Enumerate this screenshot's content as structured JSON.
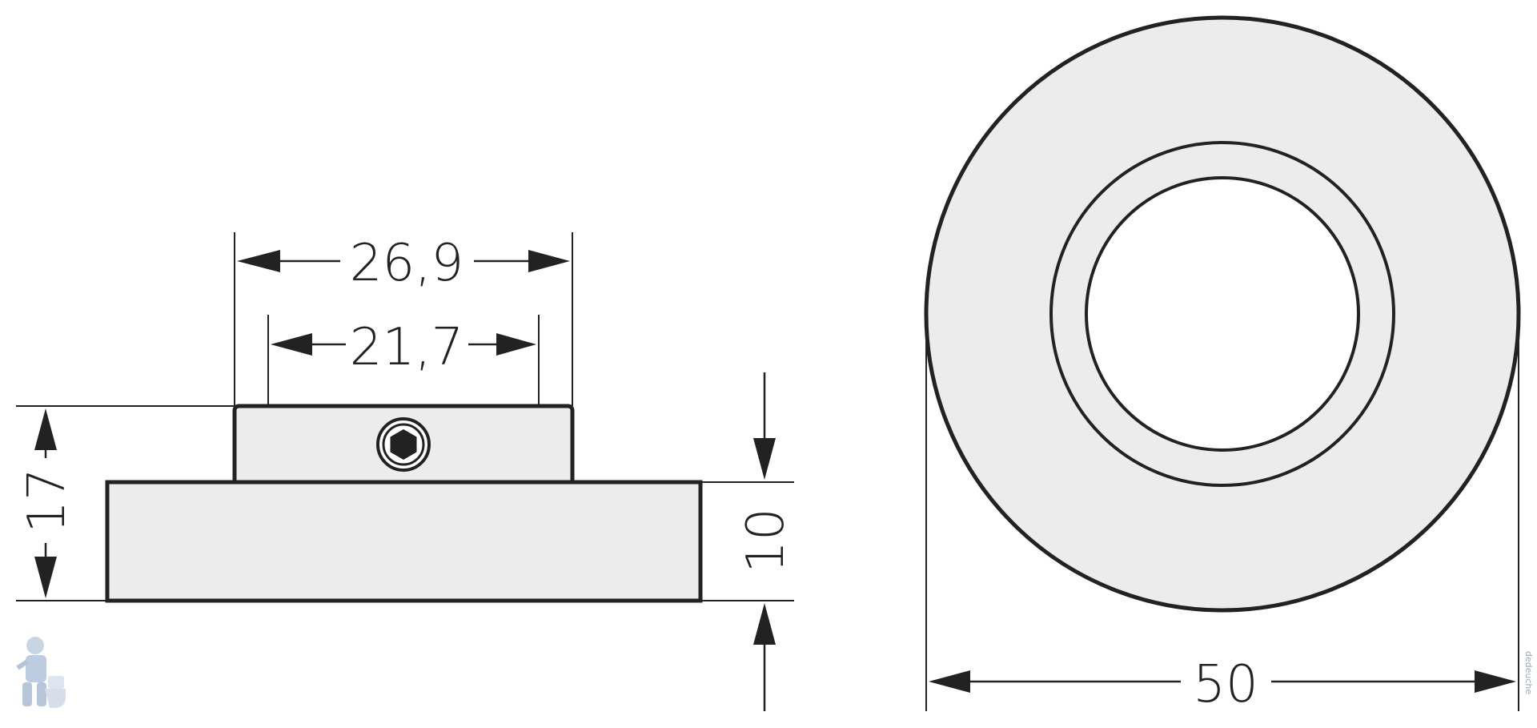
{
  "diagram": {
    "dimensions": {
      "outer_width": "26,9",
      "inner_width": "21,7",
      "total_height": "17",
      "base_height": "10",
      "diameter": "50"
    },
    "watermark": "dedeuche",
    "colors": {
      "line": "#222222",
      "fill": "#ececec",
      "background": "#ffffff",
      "hole": "#ffffff"
    },
    "icons": {
      "hex_socket": "hex-socket-icon",
      "mascot": "plumber-mascot-icon"
    }
  }
}
